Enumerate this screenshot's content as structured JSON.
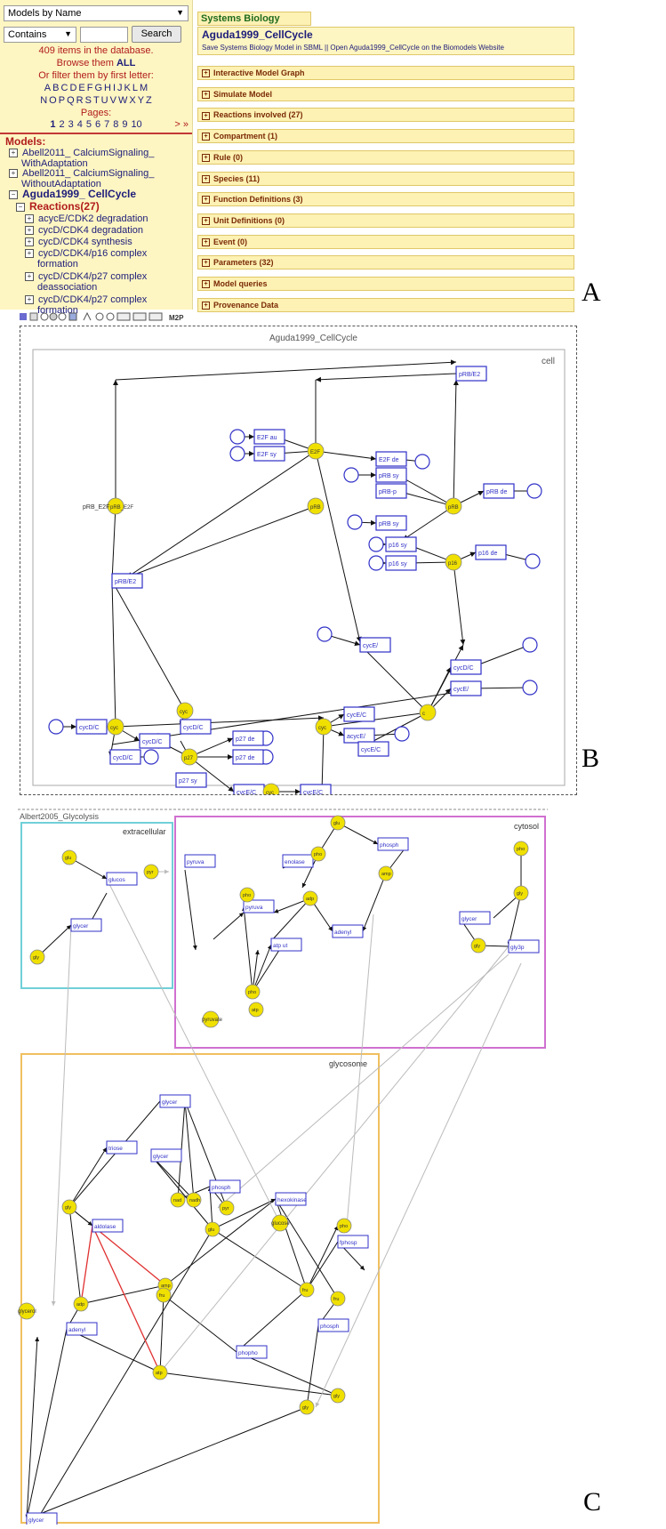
{
  "panel_a": {
    "dropdown": {
      "value": "Models by Name"
    },
    "filter": {
      "value": "Contains"
    },
    "search_input": {
      "value": ""
    },
    "search_button": "Search",
    "count_text": "409 items in the database.",
    "browse_prefix": "Browse them",
    "browse_all": "ALL",
    "filter_text": "Or filter them by first letter:",
    "letters_row1": [
      "A",
      "B",
      "C",
      "D",
      "E",
      "F",
      "G",
      "H",
      "I",
      "J",
      "K",
      "L",
      "M"
    ],
    "letters_row2": [
      "N",
      "O",
      "P",
      "Q",
      "R",
      "S",
      "T",
      "U",
      "V",
      "W",
      "X",
      "Y",
      "Z"
    ],
    "pages_label": "Pages:",
    "pages": [
      "1",
      "2",
      "3",
      "4",
      "5",
      "6",
      "7",
      "8",
      "9",
      "10"
    ],
    "pages_next": "> »",
    "models_label": "Models:",
    "tree": [
      {
        "sym": "+",
        "line1": "Abell2011_ CalciumSignaling_",
        "line2": "WithAdaptation"
      },
      {
        "sym": "+",
        "line1": "Abell2011_ CalciumSignaling_",
        "line2": "WithoutAdaptation"
      },
      {
        "sym": "−",
        "line1": "Aguda1999_ CellCycle",
        "line2": ""
      },
      {
        "sym": "−",
        "line1": "Reactions(27)",
        "line2": ""
      },
      {
        "sym": "+",
        "line1": "acycE/CDK2 degradation",
        "line2": ""
      },
      {
        "sym": "+",
        "line1": "cycD/CDK4 degradation",
        "line2": ""
      },
      {
        "sym": "+",
        "line1": "cycD/CDK4 synthesis",
        "line2": ""
      },
      {
        "sym": "+",
        "line1": "cycD/CDK4/p16 complex",
        "line2": "formation"
      },
      {
        "sym": "+",
        "line1": "cycD/CDK4/p27 complex",
        "line2": "deassociation"
      },
      {
        "sym": "+",
        "line1": "cycD/CDK4/p27 complex",
        "line2": "formation"
      }
    ],
    "right_tab": "Systems Biology Model",
    "model_title": "Aguda1999_CellCycle",
    "model_links": "Save Systems Biology Model in SBML || Open Aguda1999_CellCycle on the Biomodels Website",
    "sections": [
      "Interactive Model Graph",
      "Simulate Model",
      "Reactions involved (27)",
      "Compartment (1)",
      "Rule (0)",
      "Species (11)",
      "Function Definitions (3)",
      "Unit Definitions (0)",
      "Event (0)",
      "Parameters (32)",
      "Model queries",
      "Provenance Data"
    ],
    "label": "A"
  },
  "panel_b": {
    "toolbar_label": "M2P",
    "model_name": "Aguda1999_CellCycle",
    "compartment": "cell",
    "reactions": [
      "pRB/E2",
      "E2F au",
      "E2F sy",
      "E2F de",
      "pRB sy",
      "pRB-p",
      "pRB de",
      "pRB sy",
      "pRB/E2",
      "p16 sy",
      "p16 de",
      "p16 sy",
      "cycE/",
      "cycD/C",
      "cycE/",
      "cycD/C",
      "cycD/C",
      "cycD/C",
      "cycD/C",
      "cycE/C",
      "acycE/",
      "p27 de",
      "p27 de",
      "p27 sy",
      "cycE/C",
      "cycE/C",
      "cycE/C"
    ],
    "species": [
      "E2F",
      "pRB",
      "pRB",
      "p16",
      "pRB_E2F",
      "cyc",
      "cyc",
      "p27",
      "cyc",
      "cyc",
      "c"
    ],
    "species_outside": "pRB_E2F",
    "label": "B"
  },
  "panel_c": {
    "model_name": "Albert2005_Glycolysis",
    "compartments": [
      "extracellular",
      "cytosol",
      "glycosome"
    ],
    "reactions": [
      "glucos",
      "glycer",
      "pyruva",
      "enolase",
      "phosph",
      "pyruva",
      "atp ut",
      "adenyl",
      "glycer",
      "gly3p",
      "glycer",
      "triose",
      "glycer",
      "phosph",
      "hexokinase",
      "fphosp",
      "aldolase",
      "phosph",
      "adenyl",
      "phopho",
      "glycer"
    ],
    "species": [
      "glu",
      "gly",
      "pyr",
      "glu",
      "pho",
      "pho",
      "pho",
      "adp",
      "amp",
      "atp",
      "pho",
      "gly",
      "gly",
      "nad",
      "nadh",
      "pyr",
      "gly",
      "glu",
      "fru",
      "fru",
      "amp",
      "adp",
      "fru",
      "atp",
      "gly",
      "gly",
      "pho"
    ],
    "species_labels": [
      "pyruvate",
      "glucose",
      "glycerol"
    ],
    "label": "C"
  },
  "colors": {
    "sidebar_bg": "#fdf5c2",
    "node_yellow": "#f0e000",
    "reaction_blue": "#3030c8",
    "cytosol_border": "#d070d0",
    "extracellular_border": "#70d0d8",
    "glycosome_border": "#f0c060",
    "red_edge": "#e03030"
  }
}
